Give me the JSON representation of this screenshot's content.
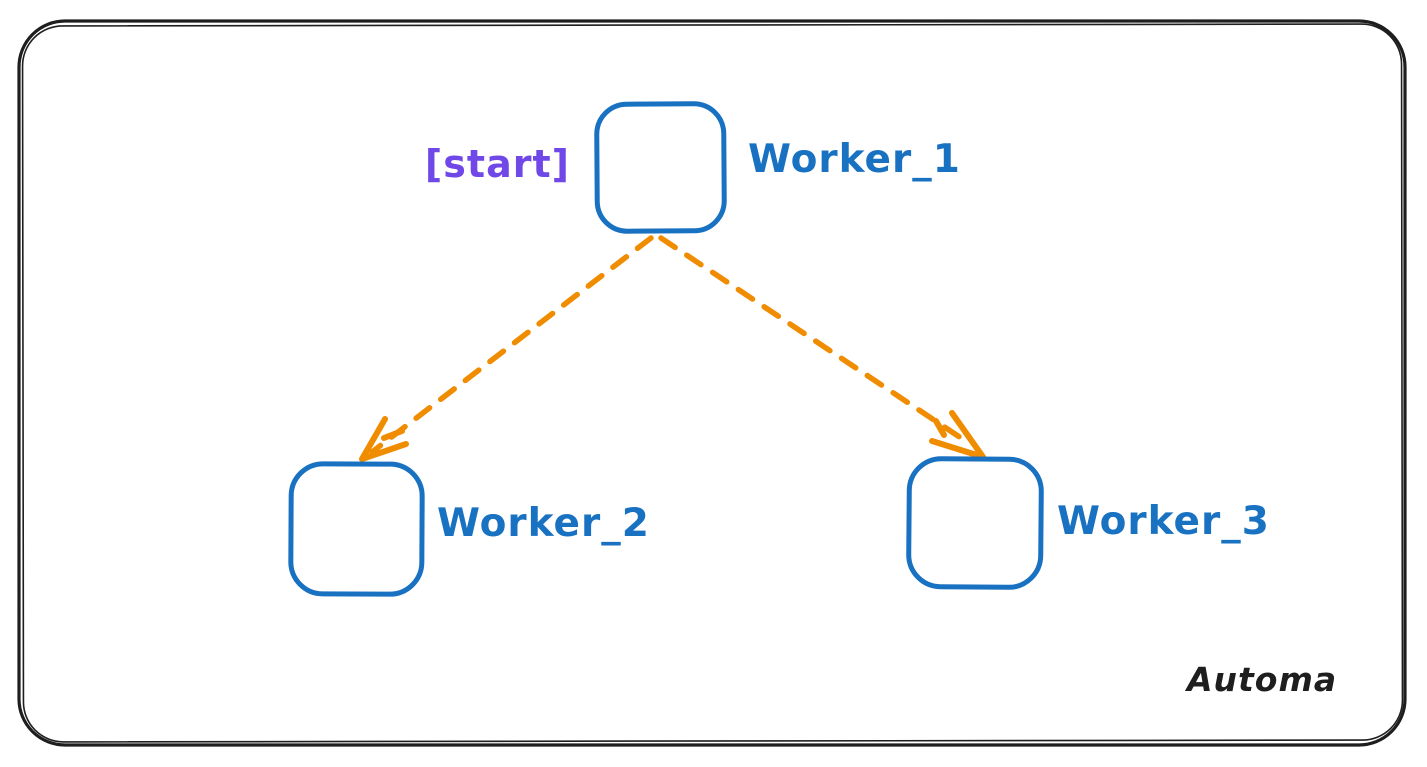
{
  "diagram": {
    "watermark": "Automa",
    "nodes": [
      {
        "id": "worker-1",
        "label": "Worker_1",
        "annotation": "[start]",
        "role": "start"
      },
      {
        "id": "worker-2",
        "label": "Worker_2"
      },
      {
        "id": "worker-3",
        "label": "Worker_3"
      }
    ],
    "edges": [
      {
        "from": "Worker_1",
        "to": "Worker_2",
        "style": "dashed-arrow"
      },
      {
        "from": "Worker_1",
        "to": "Worker_3",
        "style": "dashed-arrow"
      }
    ]
  },
  "colors": {
    "node_stroke": "#1971c2",
    "node_label": "#1971c2",
    "edge": "#f08c00",
    "start_annotation": "#7048e8",
    "frame": "#1e1e1e",
    "background": "#ffffff"
  }
}
